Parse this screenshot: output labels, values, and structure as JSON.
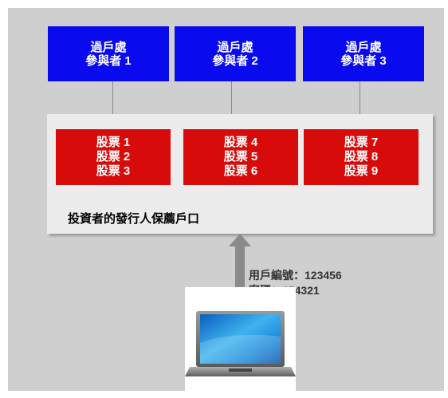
{
  "participants": [
    {
      "line1": "過戶處",
      "line2": "參與者 1"
    },
    {
      "line1": "過戶處",
      "line2": "參與者 2"
    },
    {
      "line1": "過戶處",
      "line2": "參與者 3"
    }
  ],
  "stock_groups": [
    [
      "股票 1",
      "股票 2",
      "股票 3"
    ],
    [
      "股票 4",
      "股票 5",
      "股票 6"
    ],
    [
      "股票 7",
      "股票 8",
      "股票 9"
    ]
  ],
  "panel_label": "投資者的發行人保薦戶口",
  "credentials": {
    "user_line": "用戶編號：123456",
    "password_line": "密碼：654321"
  },
  "colors": {
    "participant_blue": "#0a0aee",
    "stock_red": "#d80b0b",
    "panel": "#ececec",
    "background": "#cfcfcf",
    "connector": "#8a8a8a"
  },
  "icons": {
    "laptop": "laptop-icon",
    "arrow": "arrow-up-icon"
  }
}
